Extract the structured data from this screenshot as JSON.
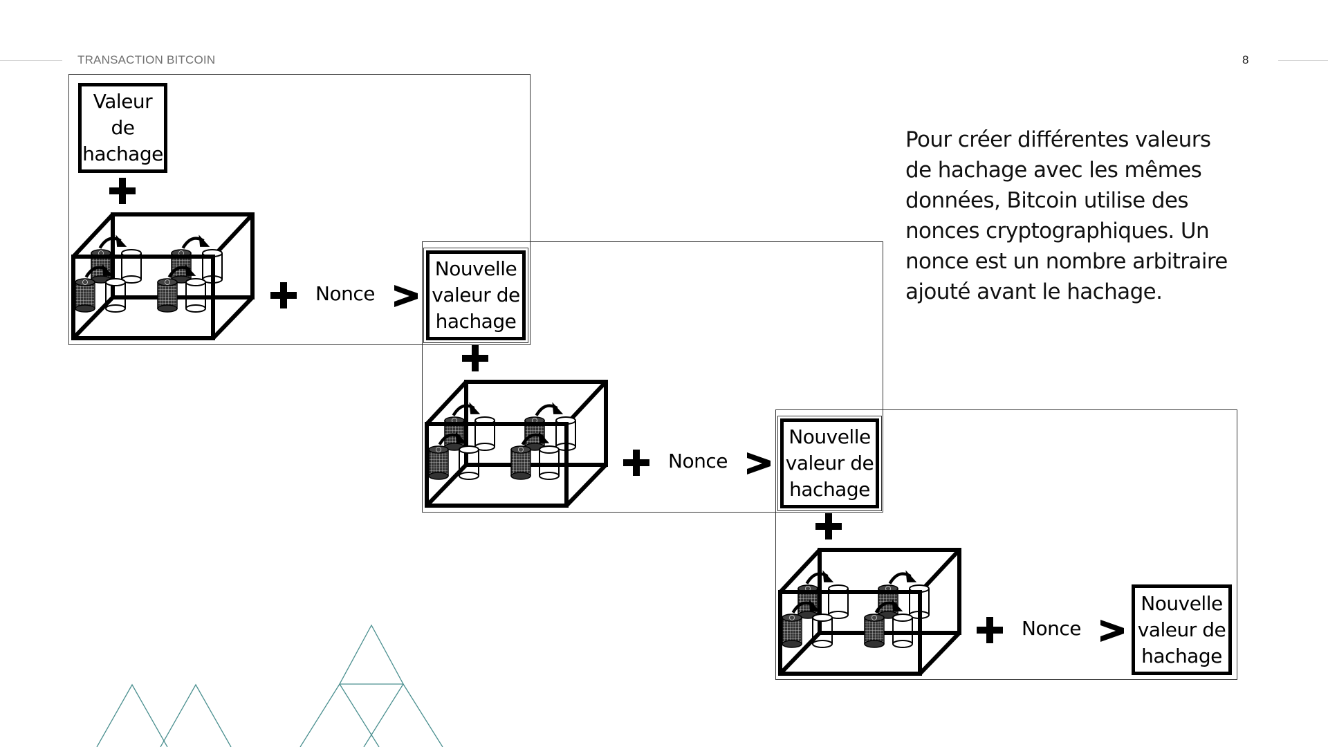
{
  "header": {
    "title": "TRANSACTION BITCOIN",
    "page_number": "8"
  },
  "diagram": {
    "initial_hash_label": "Valeur\nde\nhachage",
    "new_hash_label": "Nouvelle\nvaleur de\nhachage",
    "nonce_label": "Nonce",
    "operator_plus": "+",
    "operator_arrow": ">",
    "block_icon": "bitcoin-transaction-block-icon",
    "steps": [
      {
        "input": "Valeur de hachage",
        "operation": "+ Nonce",
        "output": "Nouvelle valeur de hachage"
      },
      {
        "input": "Nouvelle valeur de hachage",
        "operation": "+ Nonce",
        "output": "Nouvelle valeur de hachage"
      },
      {
        "input": "Nouvelle valeur de hachage",
        "operation": "+ Nonce",
        "output": "Nouvelle valeur de hachage"
      }
    ]
  },
  "description": "Pour créer différentes valeurs de hachage avec les mêmes données, Bitcoin utilise des nonces cryptographiques. Un nonce est un nombre arbitraire ajouté avant le hachage.",
  "colors": {
    "decoration": "#4a8f8f",
    "header_text": "#707070"
  }
}
